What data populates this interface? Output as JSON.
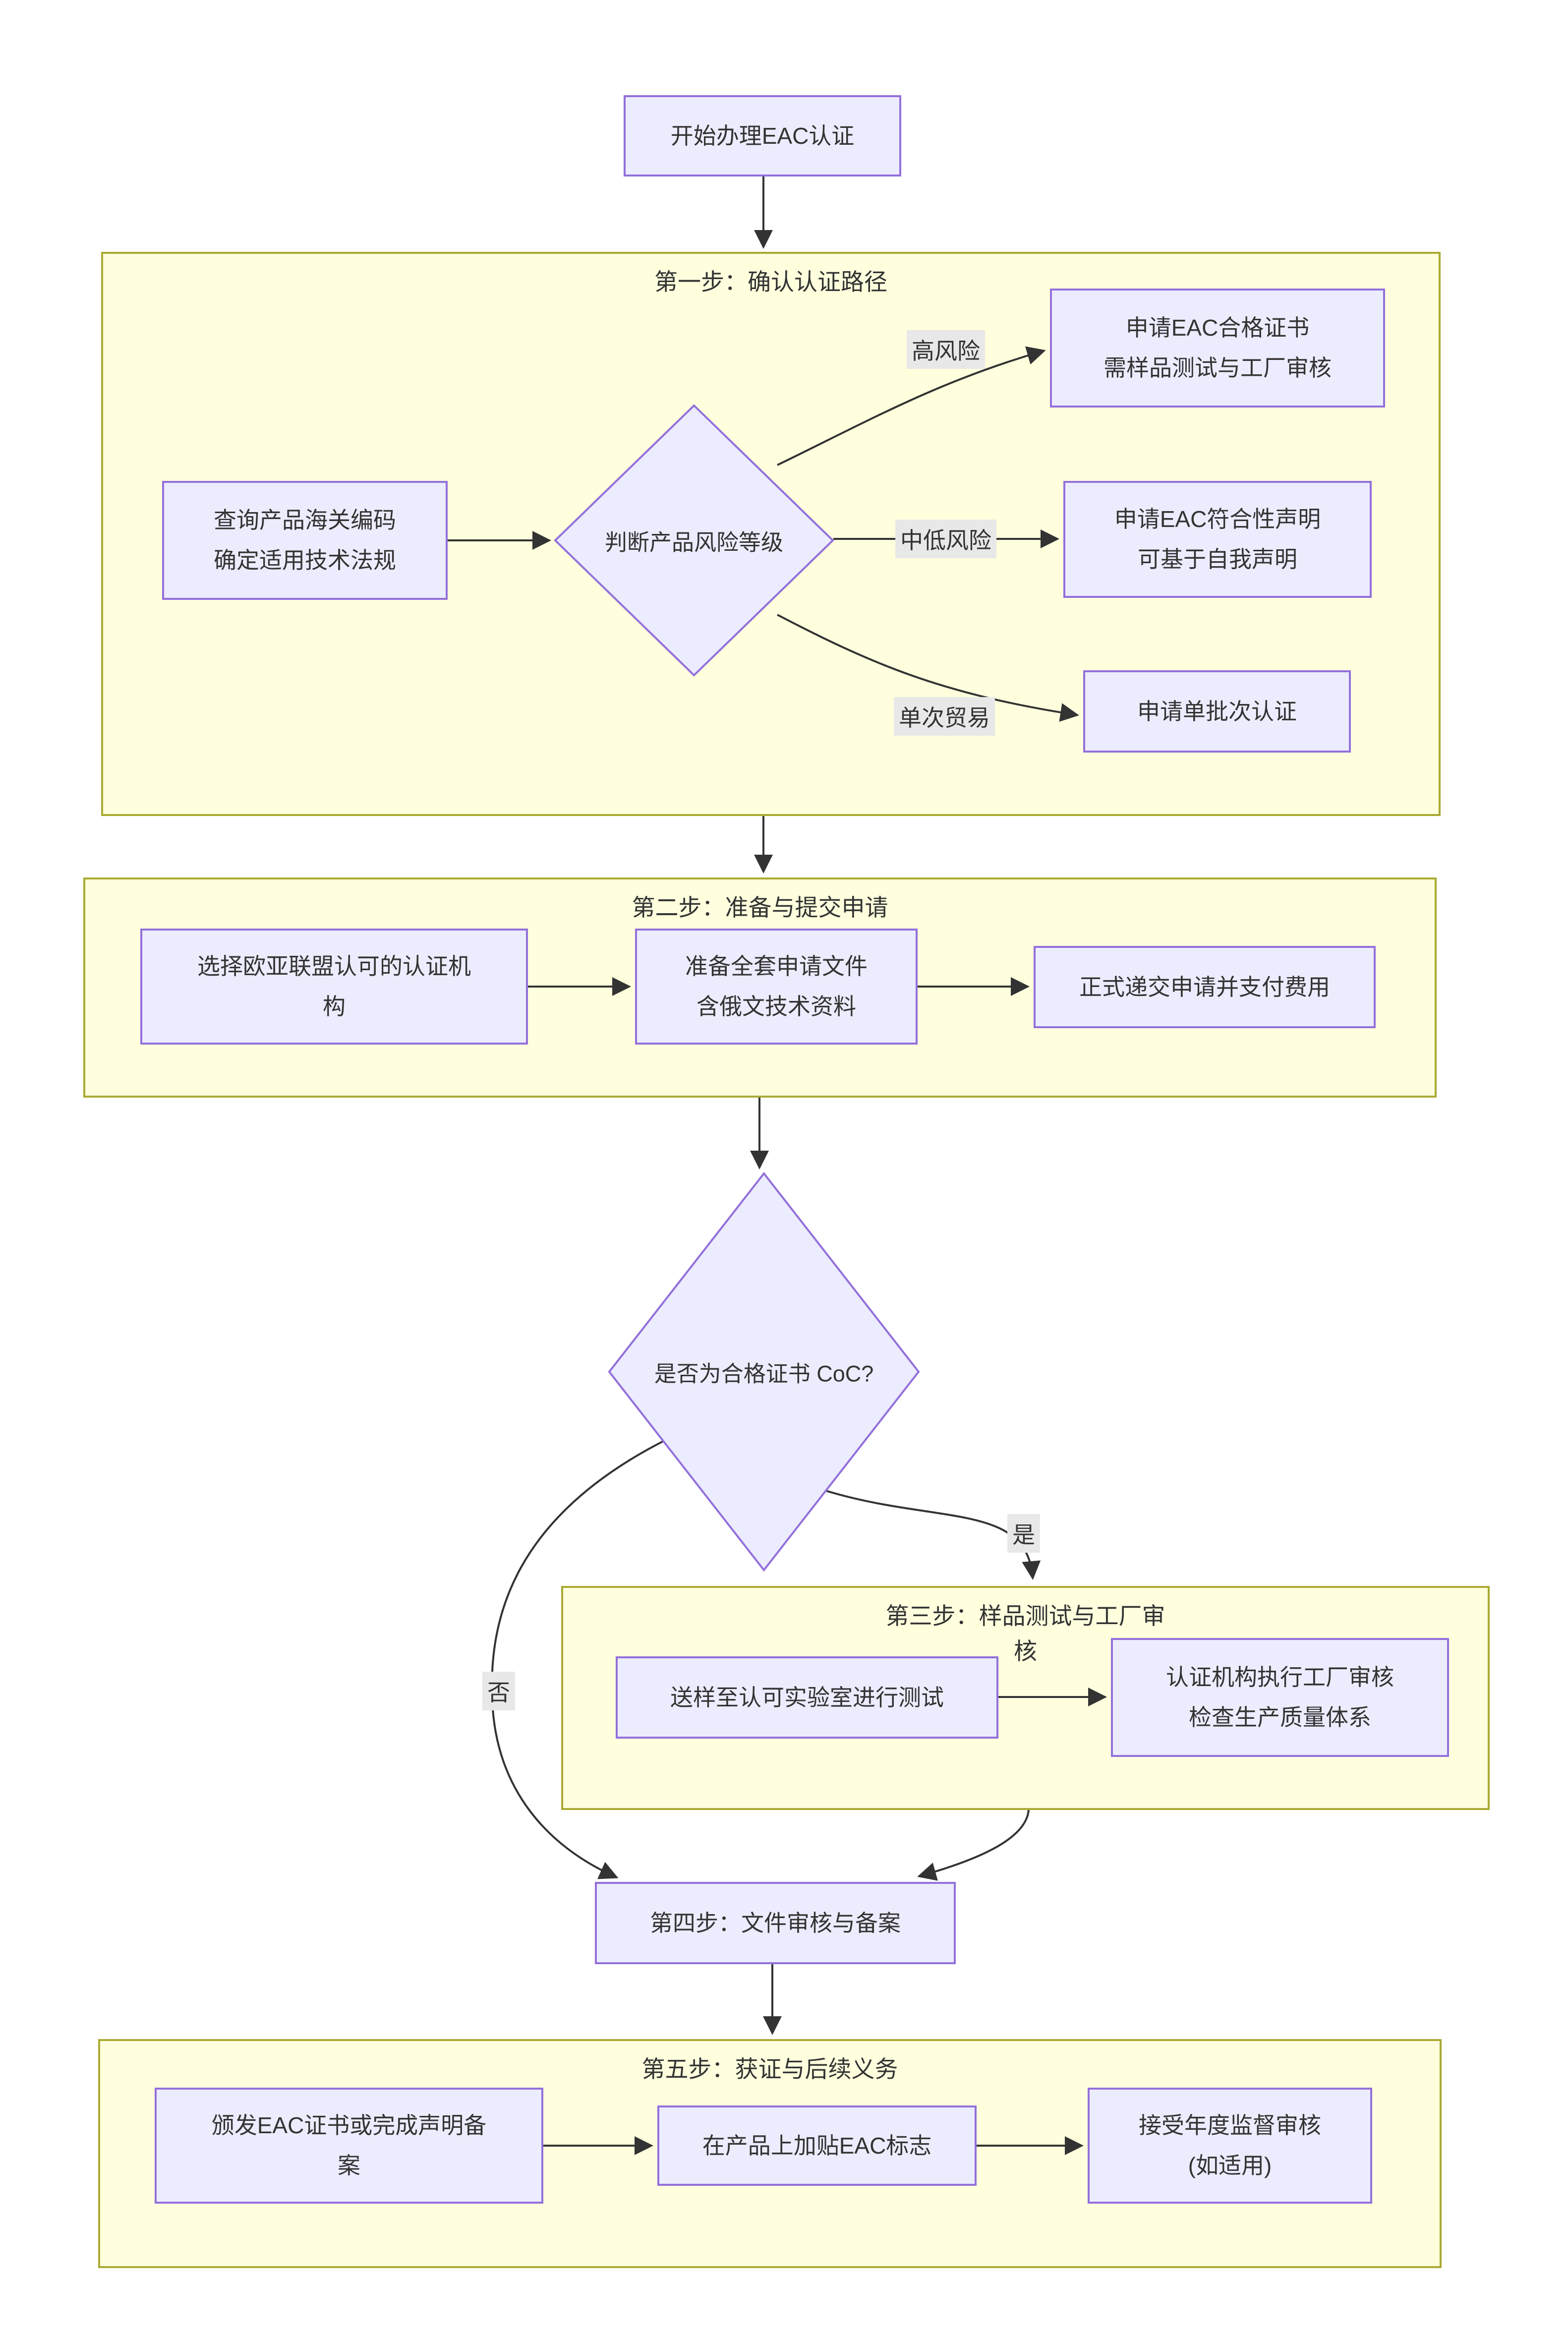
{
  "colors": {
    "node_fill": "#ECECFF",
    "node_border": "#9370DB",
    "subgraph_fill": "#FFFFDE",
    "subgraph_border": "#AAAA33",
    "edge": "#333333",
    "label_bg": "#e8e8e8",
    "text": "#333333"
  },
  "start": {
    "label": "开始办理EAC认证"
  },
  "step1": {
    "title": "第一步：确认认证路径",
    "query": {
      "line1": "查询产品海关编码",
      "line2": "确定适用技术法规"
    },
    "decision": "判断产品风险等级",
    "coc": {
      "line1": "申请EAC合格证书",
      "line2": "需样品测试与工厂审核"
    },
    "doc": {
      "line1": "申请EAC符合性声明",
      "line2": "可基于自我声明"
    },
    "single": {
      "label": "申请单批次认证"
    },
    "edge_high": "高风险",
    "edge_mid": "中低风险",
    "edge_single": "单次贸易"
  },
  "step2": {
    "title": "第二步：准备与提交申请",
    "org": {
      "line1": "选择欧亚联盟认可的认证机",
      "line2": "构"
    },
    "docs": {
      "line1": "准备全套申请文件",
      "line2": "含俄文技术资料"
    },
    "submit": {
      "label": "正式递交申请并支付费用"
    }
  },
  "decision2": {
    "label": "是否为合格证书 CoC?",
    "edge_yes": "是",
    "edge_no": "否"
  },
  "step3": {
    "title_line1": "第三步：样品测试与工厂审",
    "title_line2": "核",
    "test": {
      "label": "送样至认可实验室进行测试"
    },
    "audit": {
      "line1": "认证机构执行工厂审核",
      "line2": "检查生产质量体系"
    }
  },
  "step4": {
    "label": "第四步：文件审核与备案"
  },
  "step5": {
    "title": "第五步：获证与后续义务",
    "issue": {
      "line1": "颁发EAC证书或完成声明备",
      "line2": "案"
    },
    "mark": {
      "label": "在产品上加贴EAC标志"
    },
    "annual": {
      "line1": "接受年度监督审核",
      "line2": "(如适用)"
    }
  }
}
